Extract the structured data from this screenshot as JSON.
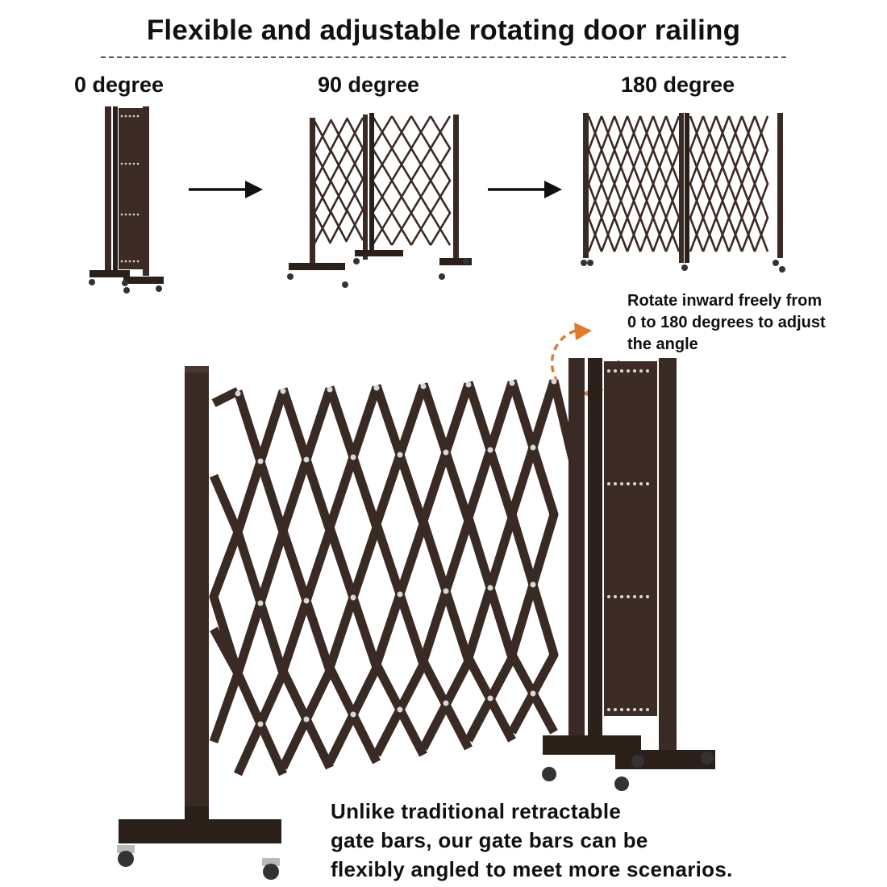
{
  "title": "Flexible and adjustable rotating door railing",
  "stages": [
    {
      "label": "0 degree",
      "angle": 0
    },
    {
      "label": "90 degree",
      "angle": 90
    },
    {
      "label": "180 degree",
      "angle": 180
    }
  ],
  "rotate_note": [
    "Rotate inward freely from",
    "0 to 180 degrees to adjust",
    "the angle"
  ],
  "caption": [
    "Unlike traditional retractable",
    "gate bars, our gate bars can be",
    "flexibly angled to meet more scenarios."
  ],
  "colors": {
    "frame": "#3a2a24",
    "frame_dark": "#2b1f1a",
    "accent_arrow": "#e07a2c",
    "text": "#111111"
  },
  "icons": [
    "right-arrow-icon",
    "rotate-arrows-icon"
  ]
}
